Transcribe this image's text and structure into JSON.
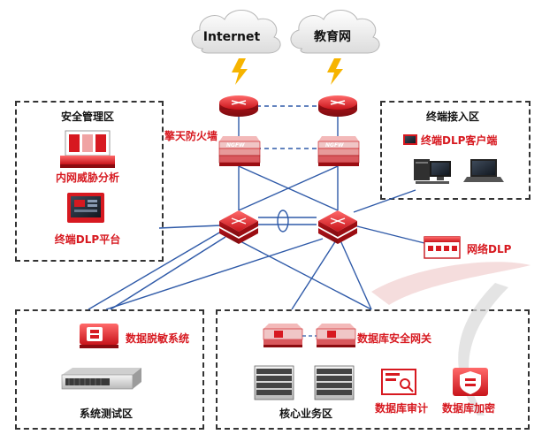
{
  "clouds": {
    "internet": "Internet",
    "edu": "教育网"
  },
  "zones": {
    "security_mgmt": "安全管理区",
    "terminal_access": "终端接入区",
    "test": "系统测试区",
    "core": "核心业务区"
  },
  "labels": {
    "firewall": "擎天防火墙",
    "ngfw_badge": "NGFW",
    "threat_analysis": "内网威胁分析",
    "dlp_platform": "终端DLP平台",
    "dlp_client": "终端DLP客户端",
    "network_dlp": "网络DLP",
    "data_masking": "数据脱敏系统",
    "db_gateway": "数据库安全网关",
    "db_audit": "数据库审计",
    "db_encryption": "数据库加密"
  },
  "colors": {
    "brand_red": "#d71920",
    "device_red": "#e0393e",
    "lightning": "#f6b400",
    "link_blue": "#2f5aa8",
    "dashed_border": "#333333"
  },
  "icons": {
    "router": "router-icon",
    "firewall": "ngfw-firewall-icon",
    "core_switch": "core-switch-icon",
    "server_rack": "rack-server-icon",
    "computer": "desktop-computer-icon",
    "laptop": "laptop-icon",
    "lightning": "lightning-icon",
    "cloud": "cloud-icon",
    "shield": "shield-icon"
  }
}
